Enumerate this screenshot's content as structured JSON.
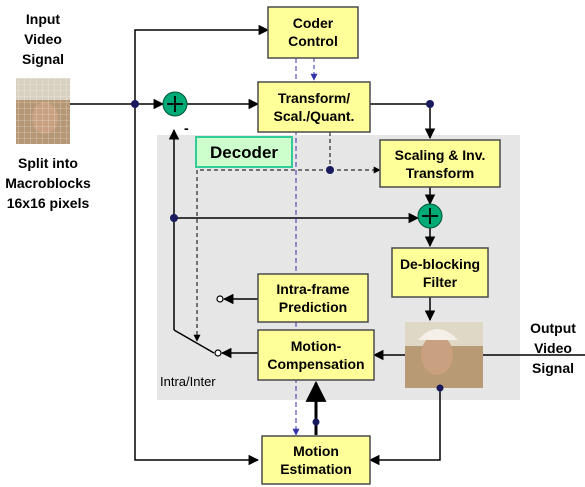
{
  "input_label": [
    "Input",
    "Video",
    "Signal"
  ],
  "split_label": [
    "Split into",
    "Macroblocks",
    "16x16 pixels"
  ],
  "output_label": [
    "Output",
    "Video",
    "Signal"
  ],
  "decoder_label": "Decoder",
  "boxes": {
    "coder_control": [
      "Coder",
      "Control"
    ],
    "transform": [
      "Transform/",
      "Scal./Quant."
    ],
    "scaling": [
      "Scaling & Inv.",
      "Transform"
    ],
    "deblocking": [
      "De-blocking",
      "Filter"
    ],
    "intra_prediction": [
      "Intra-frame",
      "Prediction"
    ],
    "motion_compensation": [
      "Motion-",
      "Compensation"
    ],
    "motion_estimation": [
      "Motion",
      "Estimation"
    ]
  },
  "minus_sign": "-",
  "switch_label": "Intra/Inter",
  "colors": {
    "box_fill": "#ffff99",
    "box_stroke": "#4a4a4a",
    "decoder_fill": "#ccffcc",
    "decoder_stroke": "#33cc99",
    "sum_fill": "#00aa77",
    "decoder_region": "#e6e6e6",
    "control_line": "#3333aa"
  }
}
